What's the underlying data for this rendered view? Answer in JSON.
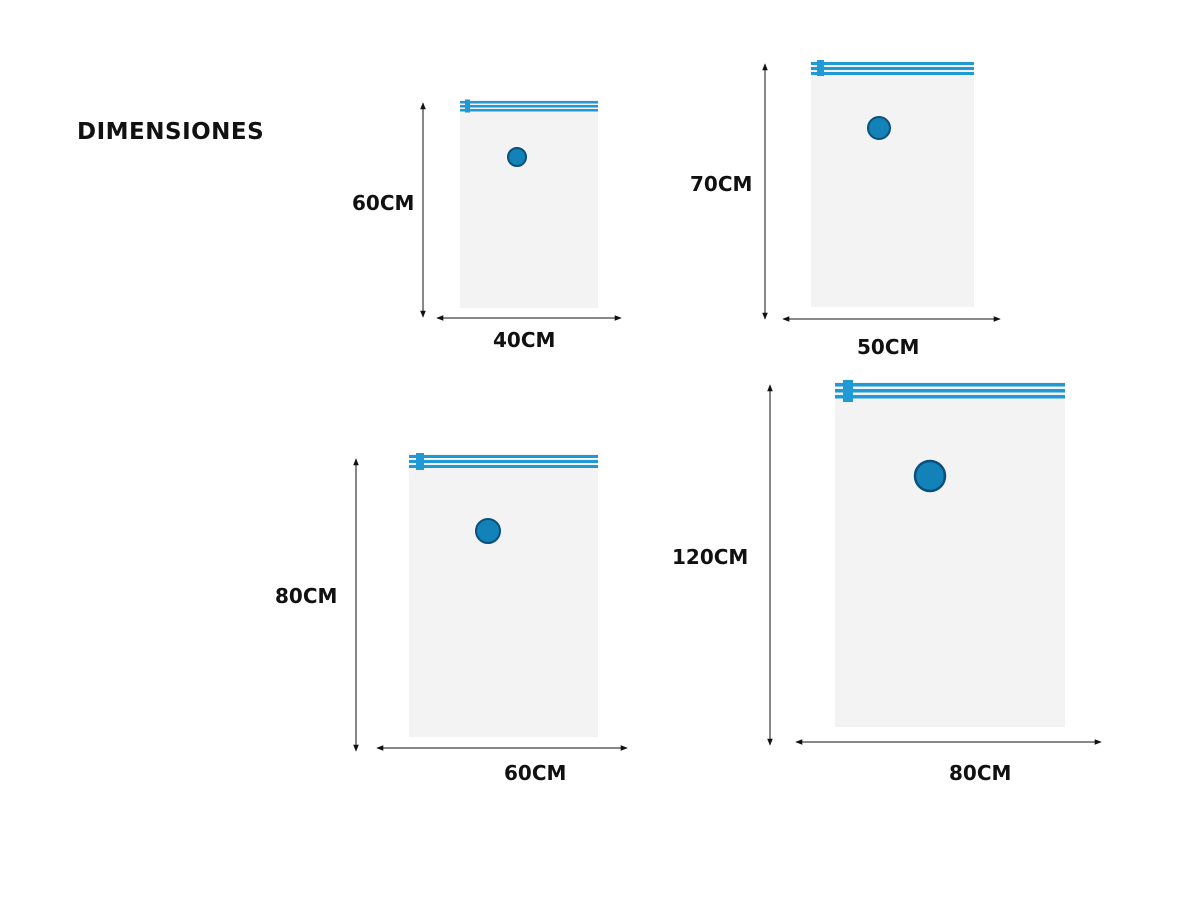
{
  "title": "DIMENSIONES",
  "colors": {
    "bag_fill": "#f3f3f3",
    "zipper_blue": "#1f9ad6",
    "valve_blue": "#1282b8",
    "valve_ring": "#0b4f7c",
    "arrow": "#111111"
  },
  "bags": [
    {
      "height_label": "60CM",
      "width_label": "40CM"
    },
    {
      "height_label": "70CM",
      "width_label": "50CM"
    },
    {
      "height_label": "80CM",
      "width_label": "60CM"
    },
    {
      "height_label": "120CM",
      "width_label": "80CM"
    }
  ]
}
